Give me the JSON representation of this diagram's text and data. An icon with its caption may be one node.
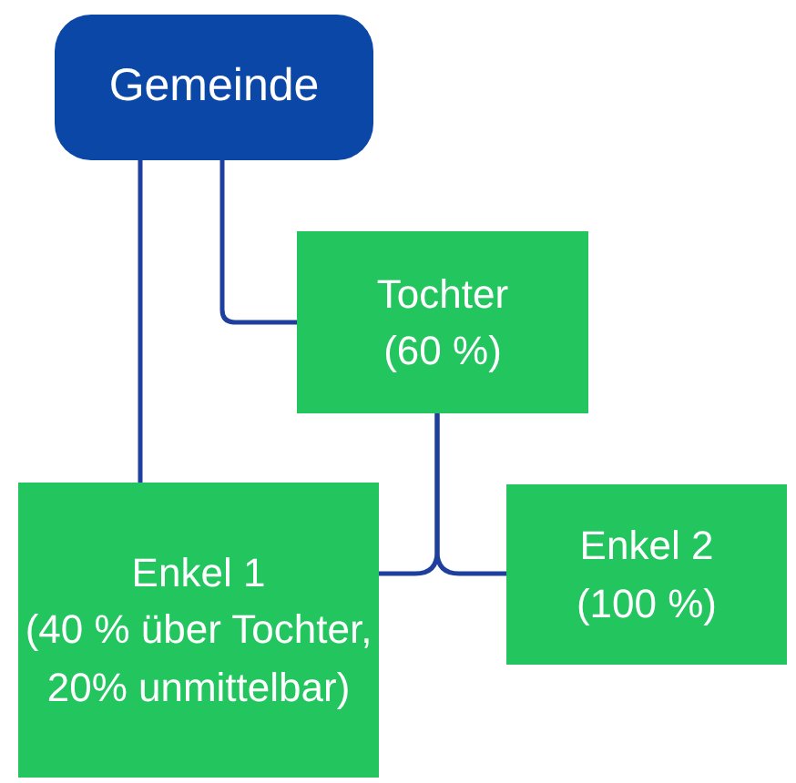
{
  "diagram": {
    "nodes": [
      {
        "text": [
          "Gemeinde"
        ]
      },
      {
        "text": [
          "Tochter",
          "(60 %)"
        ]
      },
      {
        "text": [
          "Enkel 1",
          "(40 % über Tochter, 20% unmittelbar)"
        ]
      },
      {
        "text": [
          "Enkel 2",
          "(100 %)"
        ]
      }
    ],
    "edges": [
      {
        "from": 0,
        "to": 2,
        "arrow": "none"
      },
      {
        "from": 0,
        "to": 1,
        "arrow": "none"
      },
      {
        "from": 1,
        "to": 2,
        "arrow": "none"
      },
      {
        "from": 1,
        "to": 3,
        "arrow": "none"
      }
    ]
  }
}
